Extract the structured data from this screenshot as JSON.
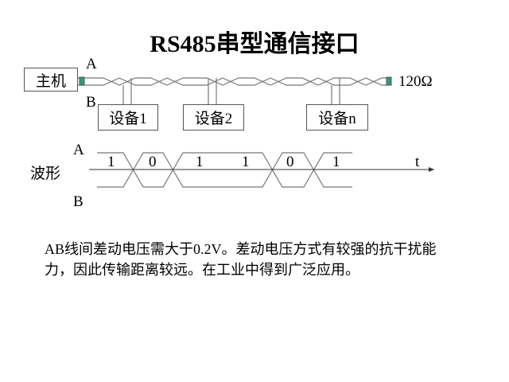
{
  "title": "RS485串型通信接口",
  "bus": {
    "host": "主机",
    "line_a": "A",
    "line_b": "B",
    "terminator": "120Ω",
    "devices": [
      "设备1",
      "设备2",
      "设备n"
    ]
  },
  "waveform": {
    "label": "波形",
    "line_a": "A",
    "line_b": "B",
    "axis": "t",
    "bits": [
      "1",
      "0",
      "1",
      "1",
      "0",
      "1"
    ]
  },
  "description": "AB线间差动电压需大于0.2V。差动电压方式有较强的抗干扰能力，因此传输距离较远。在工业中得到广泛应用。",
  "colors": {
    "terminator": "#2e9e72",
    "line": "#777777"
  }
}
